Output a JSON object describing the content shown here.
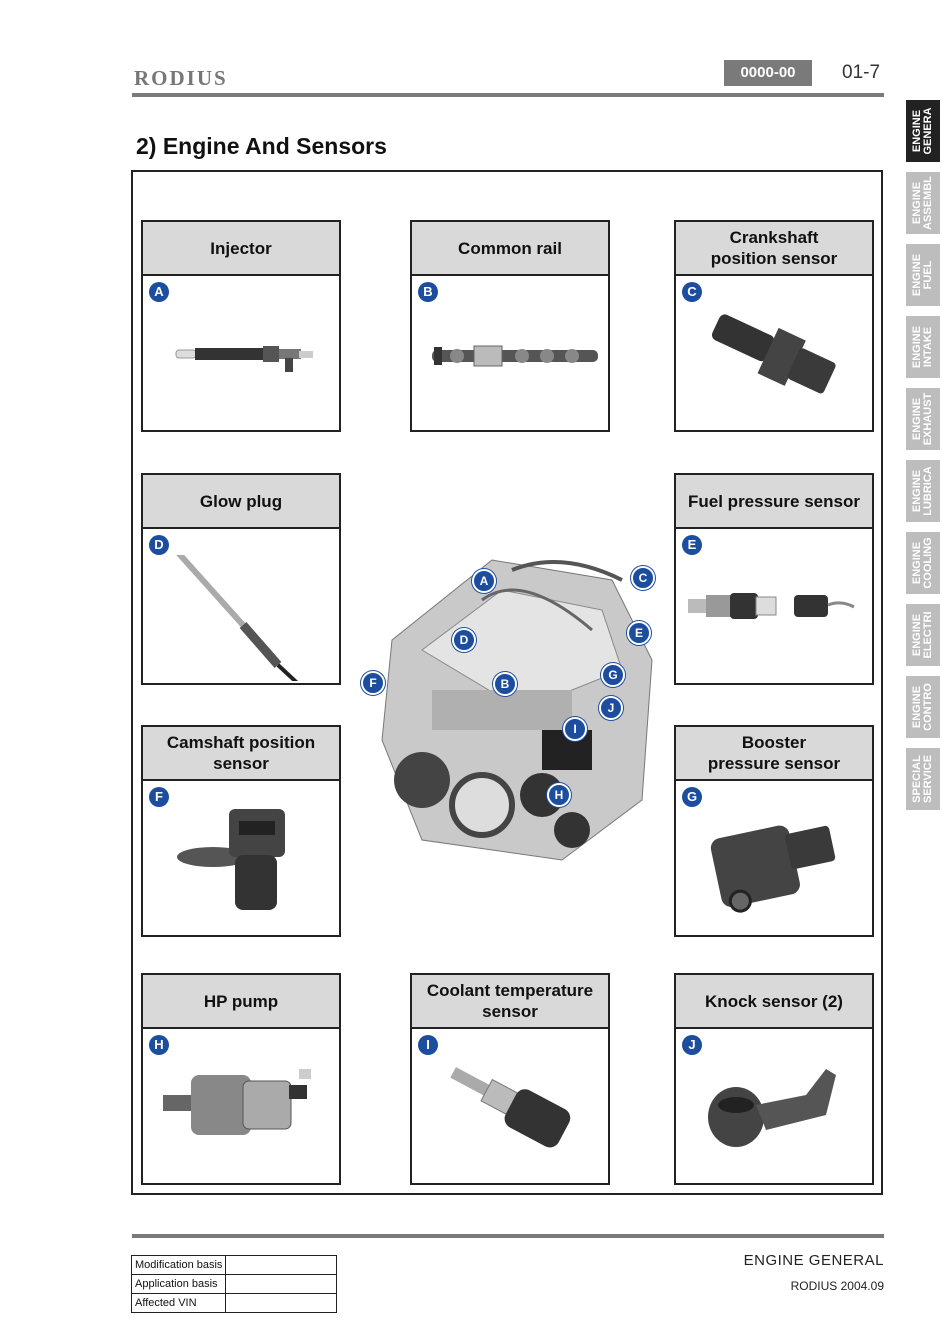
{
  "header": {
    "brand": "RODIUS",
    "code": "0000-00",
    "page": "01-7"
  },
  "section_title": "2) Engine And Sensors",
  "cards": [
    {
      "letter": "A",
      "title": "Injector"
    },
    {
      "letter": "B",
      "title": "Common rail"
    },
    {
      "letter": "C",
      "title": "Crankshaft\nposition sensor"
    },
    {
      "letter": "D",
      "title": "Glow plug"
    },
    {
      "letter": "E",
      "title": "Fuel pressure sensor"
    },
    {
      "letter": "F",
      "title": "Camshaft position\nsensor"
    },
    {
      "letter": "G",
      "title": "Booster\npressure sensor"
    },
    {
      "letter": "H",
      "title": "HP pump"
    },
    {
      "letter": "I",
      "title": "Coolant temperature\nsensor"
    },
    {
      "letter": "J",
      "title": "Knock sensor (2)"
    }
  ],
  "engine_callouts": [
    "A",
    "C",
    "D",
    "E",
    "F",
    "B",
    "G",
    "J",
    "I",
    "H"
  ],
  "side_tabs": [
    {
      "label": "ENGINE\nGENERA",
      "active": true
    },
    {
      "label": "ENGINE\nASSEMBL",
      "active": false
    },
    {
      "label": "ENGINE\nFUEL",
      "active": false
    },
    {
      "label": "ENGINE\nINTAKE",
      "active": false
    },
    {
      "label": "ENGINE\nEXHAUST",
      "active": false
    },
    {
      "label": "ENGINE\nLUBRICA",
      "active": false
    },
    {
      "label": "ENGINE\nCOOLING",
      "active": false
    },
    {
      "label": "ENGINE\nELECTRI",
      "active": false
    },
    {
      "label": "ENGINE\nCONTRO",
      "active": false
    },
    {
      "label": "SPECIAL\nSERVICE",
      "active": false
    }
  ],
  "footer": {
    "rows": [
      "Modification basis",
      "Application basis",
      "Affected VIN"
    ],
    "title": "ENGINE GENERAL",
    "subtitle": "RODIUS 2004.09"
  },
  "colors": {
    "accent": "#1d4d9e",
    "header_gray": "#7a7a7a",
    "card_title_bg": "#d9d9d9",
    "tab_inactive": "#bdbdbd",
    "tab_active": "#222222"
  }
}
